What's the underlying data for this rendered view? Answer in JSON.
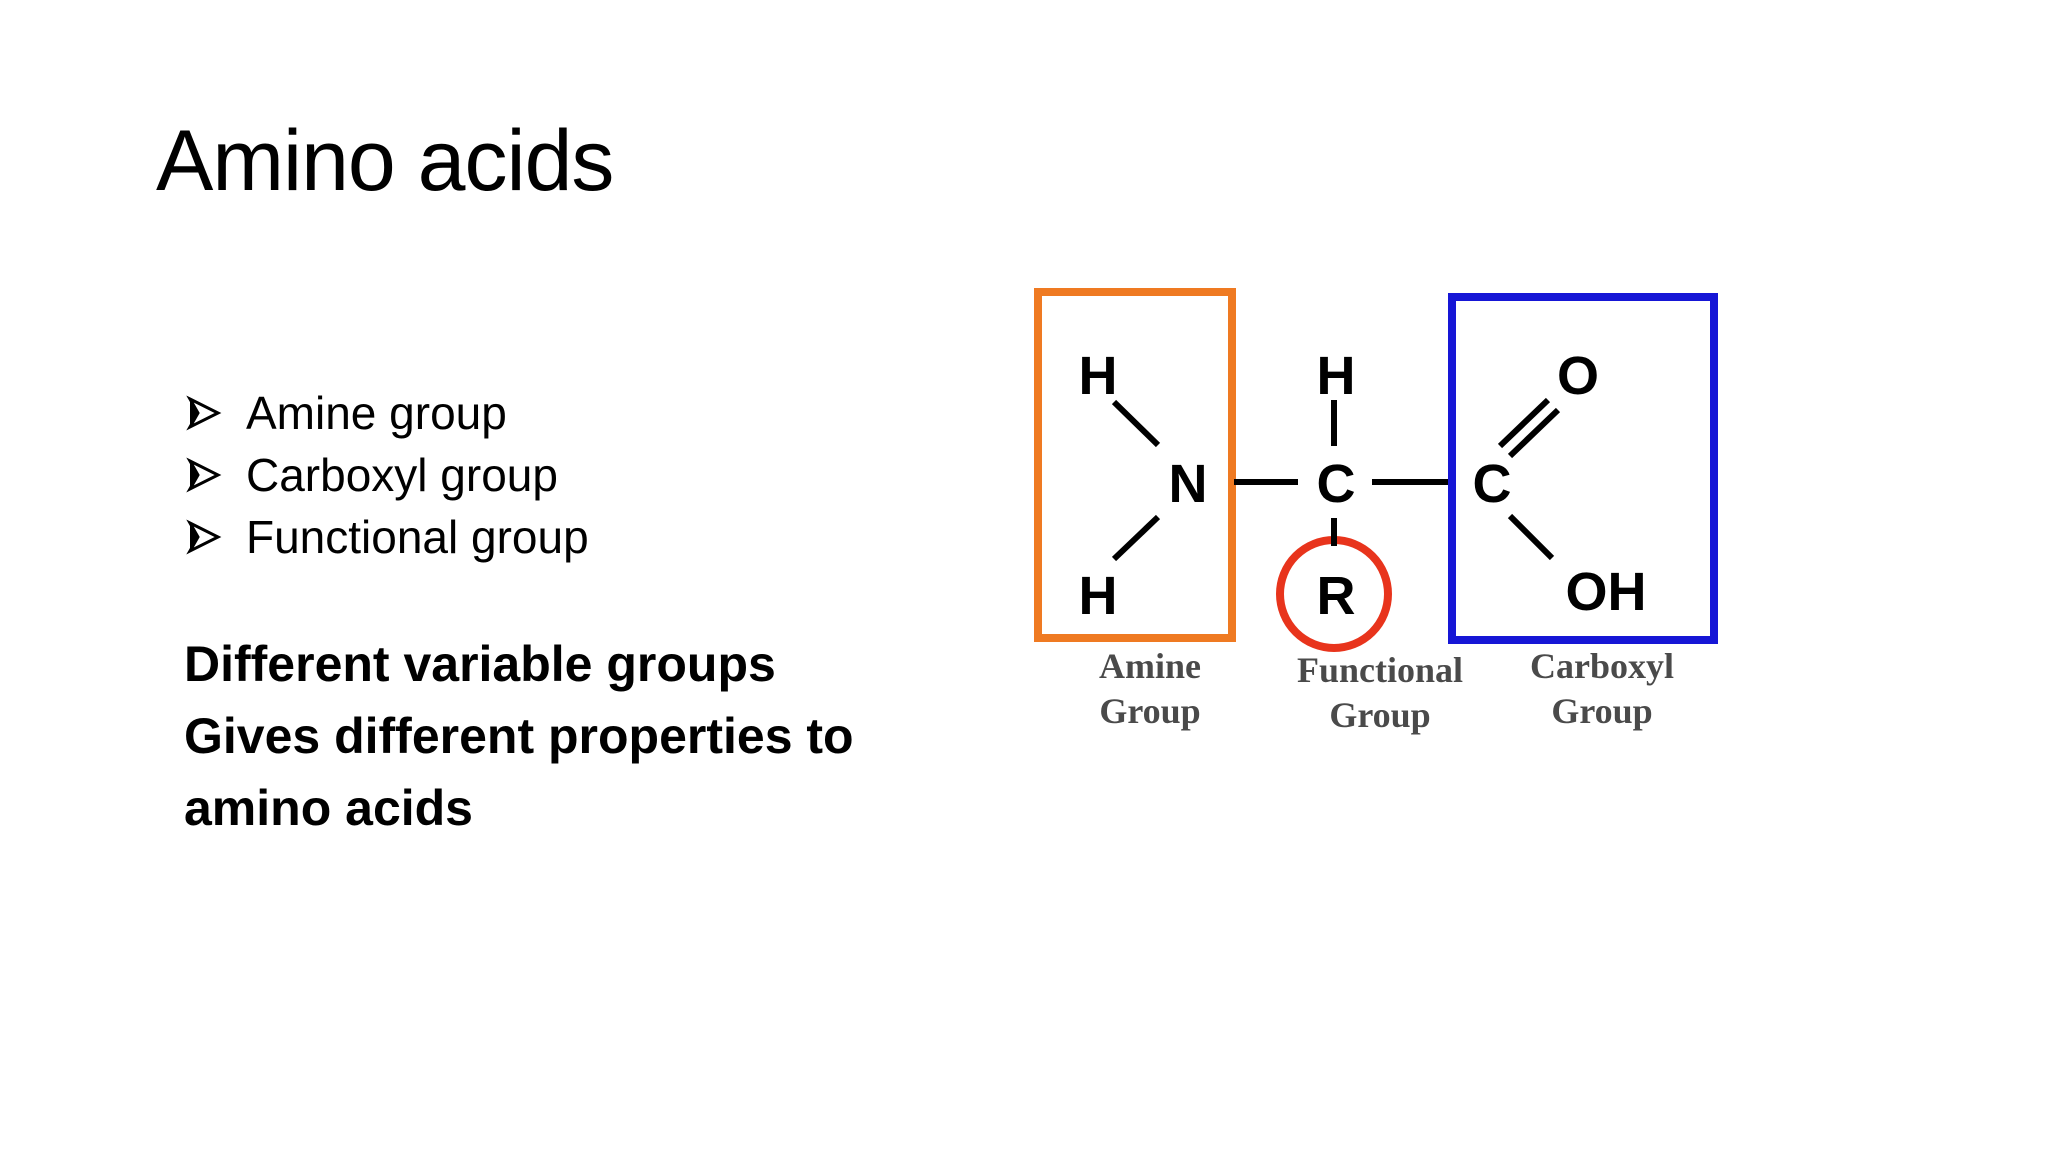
{
  "slide": {
    "title": "Amino acids",
    "bullets": [
      {
        "label": "Amine group",
        "marker_icon": "arrow-bullet-icon"
      },
      {
        "label": "Carboxyl group",
        "marker_icon": "arrow-bullet-icon"
      },
      {
        "label": "Functional group",
        "marker_icon": "arrow-bullet-icon"
      }
    ],
    "emphasis_lines": [
      "Different variable groups",
      "Gives different properties to",
      "amino acids"
    ]
  },
  "diagram": {
    "atoms": {
      "h_top_left": "H",
      "h_bottom_left": "H",
      "n": "N",
      "h_top_center": "H",
      "c_alpha": "C",
      "r": "R",
      "c_carboxyl": "C",
      "o": "O",
      "oh": "OH"
    },
    "captions": {
      "amine_line1": "Amine",
      "amine_line2": "Group",
      "functional_line1": "Functional",
      "functional_line2": "Group",
      "carboxyl_line1": "Carboxyl",
      "carboxyl_line2": "Group"
    },
    "colors": {
      "amine_box": "#ef7a22",
      "functional_circle": "#e8341c",
      "carboxyl_box": "#1616d6",
      "bonds": "#000000",
      "captions": "#4a4a4a"
    }
  }
}
